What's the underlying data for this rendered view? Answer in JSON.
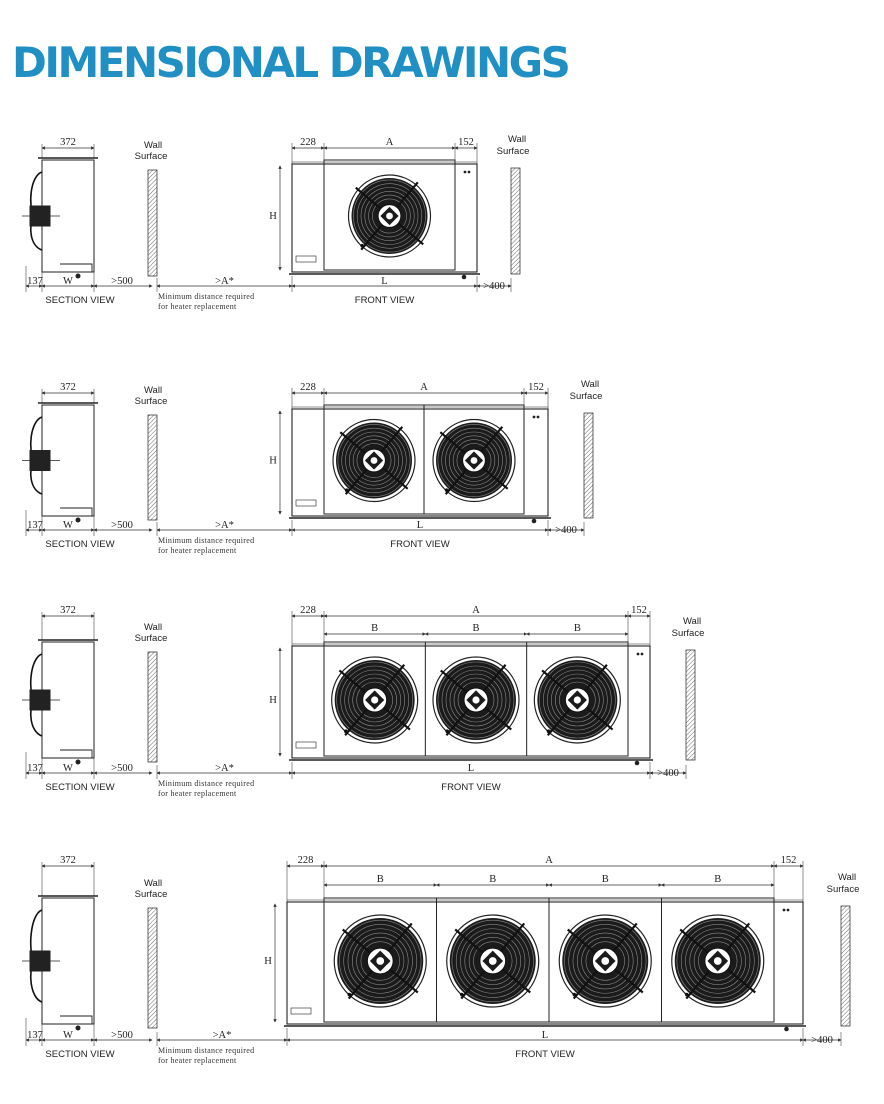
{
  "title": "DIMENSIONAL DRAWINGS",
  "labels": {
    "width_372": "372",
    "left_137": "137",
    "w": "W",
    "gt500": ">500",
    "a_star": ">A*",
    "left_228": "228",
    "a": "A",
    "right_152": "152",
    "b": "B",
    "h": "H",
    "l": "L",
    "gt400": ">400",
    "wall": "Wall",
    "surface": "Surface",
    "section_view": "SECTION VIEW",
    "front_view": "FRONT VIEW",
    "min_dist_1": "Minimum distance required",
    "min_dist_2": "for heater replacement"
  },
  "variants": [
    {
      "fans": 1,
      "show_b": false
    },
    {
      "fans": 2,
      "show_b": false
    },
    {
      "fans": 3,
      "show_b": true
    },
    {
      "fans": 4,
      "show_b": true
    }
  ]
}
